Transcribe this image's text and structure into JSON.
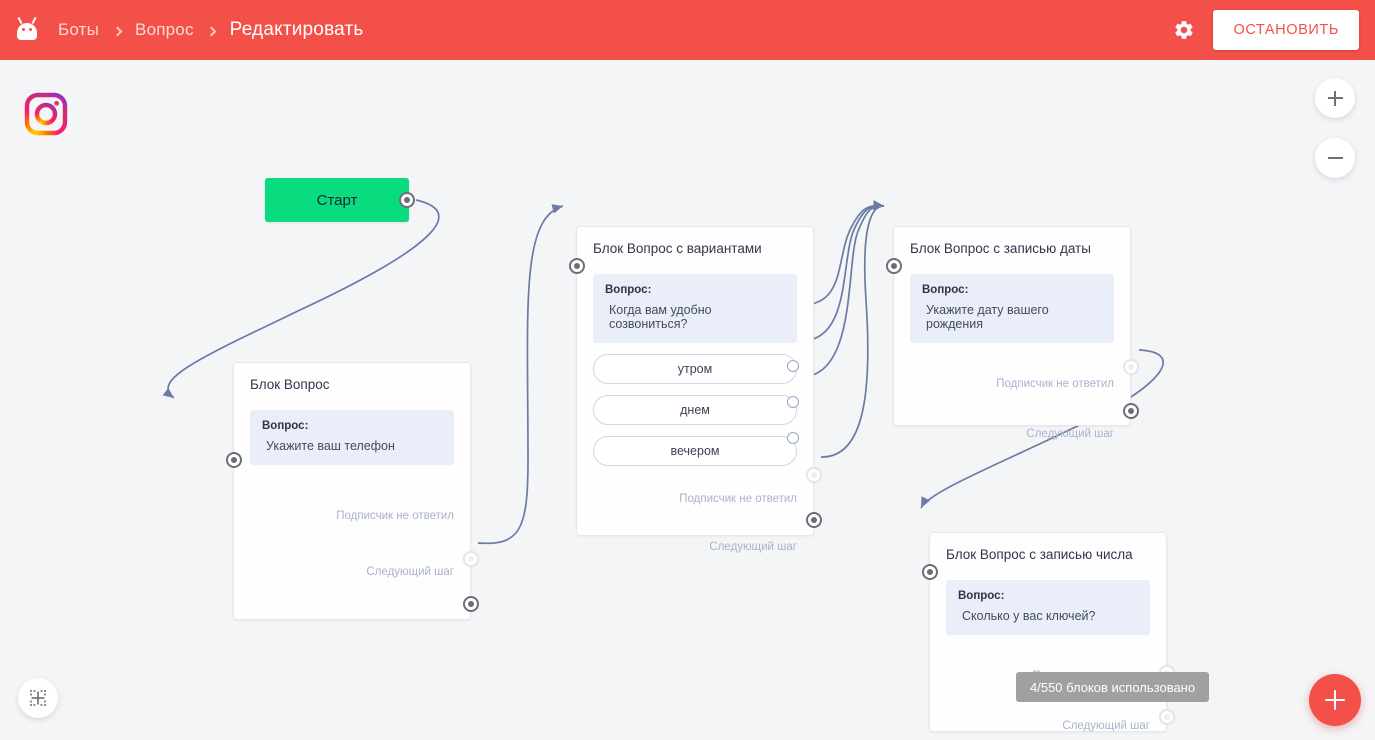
{
  "header": {
    "logo_icon": "bot-icon",
    "breadcrumbs": [
      {
        "label": "Боты",
        "active": false
      },
      {
        "label": "Вопрос",
        "active": false
      },
      {
        "label": "Редактировать",
        "active": true
      }
    ],
    "settings_icon": "gear-icon",
    "stop_button": "ОСТАНОВИТЬ",
    "bg_color": "#f4504a"
  },
  "canvas": {
    "channel_icon": "instagram-icon",
    "bg_color": "#f4f5f7",
    "edge_color": "#6b7ba6",
    "zoom_in_icon": "plus-icon",
    "zoom_out_icon": "minus-icon",
    "fit_icon": "fit-to-screen-icon",
    "add_block_icon": "plus-icon",
    "info_icon": "info-icon",
    "status_text": "4/550 блоков использовано"
  },
  "nodes": {
    "start": {
      "label": "Старт",
      "color": "#08dc7f"
    },
    "question": {
      "title": "Блок Вопрос",
      "question_label": "Вопрос:",
      "question_text": "Укажите ваш телефон",
      "no_answer_label": "Подписчик не ответил",
      "next_step_label": "Следующий шаг"
    },
    "variants": {
      "title": "Блок Вопрос с вариантами",
      "question_label": "Вопрос:",
      "question_text": "Когда вам удобно созвониться?",
      "options": [
        "утром",
        "днем",
        "вечером"
      ],
      "no_answer_label": "Подписчик не ответил",
      "next_step_label": "Следующий шаг"
    },
    "date": {
      "title": "Блок Вопрос с записью даты",
      "question_label": "Вопрос:",
      "question_text": "Укажите дату вашего рождения",
      "no_answer_label": "Подписчик не ответил",
      "next_step_label": "Следующий шаг"
    },
    "number": {
      "title": "Блок Вопрос с записью числа",
      "question_label": "Вопрос:",
      "question_text": "Сколько у вас ключей?",
      "no_answer_label": "Подписчик не ответил",
      "next_step_label": "Следующий шаг"
    }
  }
}
